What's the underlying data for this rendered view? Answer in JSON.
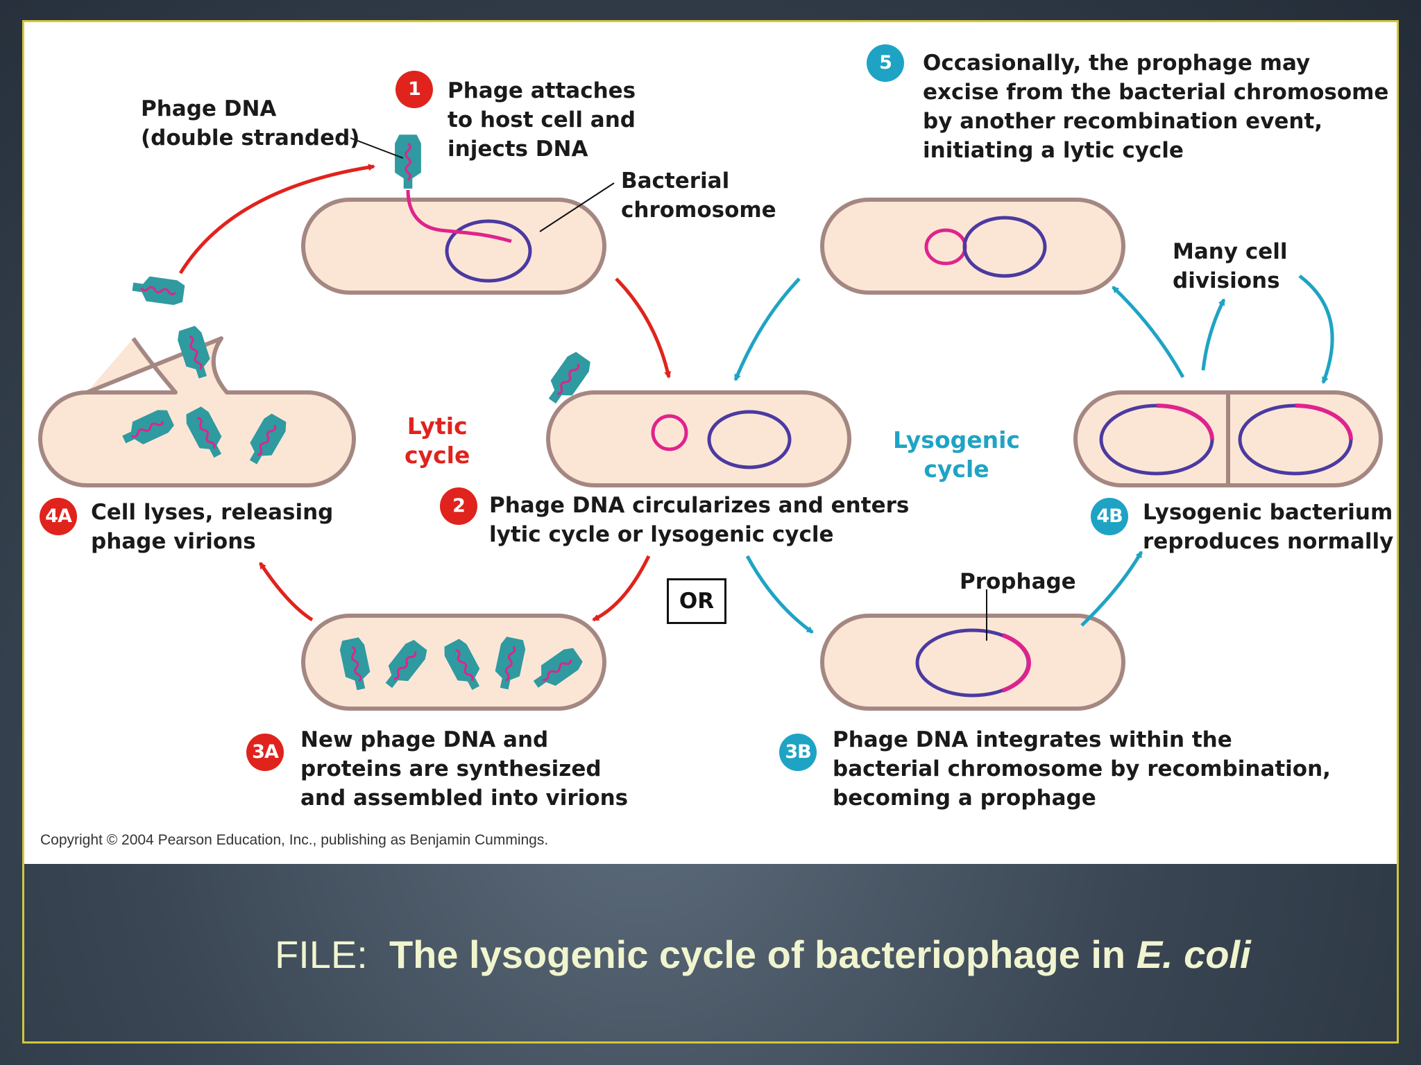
{
  "steps": {
    "s1": {
      "badge": "1",
      "text": "Phage attaches\nto host cell and\ninjects DNA"
    },
    "s2": {
      "badge": "2",
      "text": "Phage DNA circularizes and enters\nlytic cycle or lysogenic cycle"
    },
    "s3a": {
      "badge": "3A",
      "text": "New phage DNA and\nproteins are synthesized\nand assembled into virions"
    },
    "s4a": {
      "badge": "4A",
      "text": "Cell lyses, releasing\nphage virions"
    },
    "s3b": {
      "badge": "3B",
      "text": "Phage DNA integrates within the\nbacterial chromosome by recombination,\nbecoming a prophage"
    },
    "s4b": {
      "badge": "4B",
      "text": "Lysogenic bacterium\nreproduces normally"
    },
    "s5": {
      "badge": "5",
      "text": "Occasionally, the prophage may\nexcise from the bacterial chromosome\nby another recombination event,\ninitiating a lytic cycle"
    }
  },
  "labels": {
    "phage_dna": "Phage DNA\n(double stranded)",
    "bacterial_chromosome": "Bacterial\nchromosome",
    "prophage": "Prophage",
    "many_divisions": "Many cell\ndivisions",
    "lytic_cycle": "Lytic\ncycle",
    "lysogenic_cycle": "Lysogenic\ncycle",
    "or": "OR"
  },
  "copyright": "Copyright © 2004 Pearson Education, Inc., publishing as Benjamin Cummings.",
  "caption": {
    "prefix": "FILE:  ",
    "main": "The lysogenic cycle of bacteriophage in ",
    "species": "E. coli"
  },
  "colors": {
    "lytic": "#e0231d",
    "lysogenic": "#1fa3c4",
    "cell_fill": "#fbe6d6",
    "cell_border": "#a58782",
    "phage": "#2f9aa0",
    "phage_dna": "#e0238c",
    "bacterial_dna": "#4b3aa0"
  }
}
